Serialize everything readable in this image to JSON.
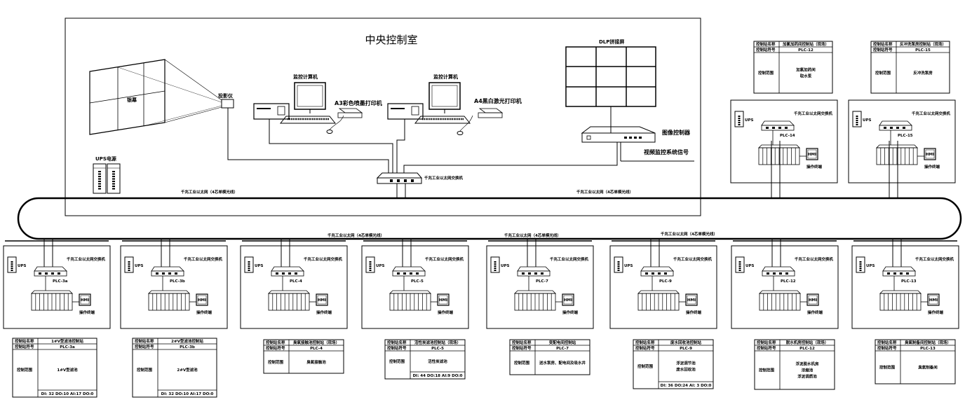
{
  "control_room": {
    "title": "中央控制室",
    "screen_label": "银幕",
    "projector_label": "投影仪",
    "computer_label": "监控计算机",
    "printer_a3_label": "A3彩色喷墨打印机",
    "printer_a4_label": "A4黑白激光打印机",
    "dlp_label": "DLP拼接屏",
    "image_controller_label": "图像控制器",
    "video_signal_label": "视频监控系统信号",
    "ups_label": "UPS电源",
    "core_switch_label": "千兆工业以太网交换机"
  },
  "backbone": {
    "label": "千兆工业以太网（4芯单模光线）"
  },
  "station_common": {
    "ups_label": "UPS",
    "switch_label": "千兆工业以太网交换机",
    "hmi_label": "HMI",
    "console_label": "操作终端"
  },
  "table_labels": {
    "name": "控制站名称",
    "code": "控制站符号",
    "scope": "控制范围"
  },
  "stations": [
    {
      "plc": "PLC-3a",
      "has_hmi": true,
      "table": {
        "name": "1#V型滤池控制站",
        "code": "PLC-3a",
        "scope": [
          "1#V型滤池"
        ],
        "io": "DI: 32 DO:10 AI:17 DO:0"
      }
    },
    {
      "plc": "PLC-3b",
      "has_hmi": true,
      "table": {
        "name": "2#V型滤池控制站",
        "code": "PLC-3b",
        "scope": [
          "2#V型滤池"
        ],
        "io": "DI: 32 DO:10 AI:17 DO:0"
      }
    },
    {
      "plc": "PLC-4",
      "has_hmi": true,
      "table": {
        "name": "臭氧接触池控制站（现场）",
        "code": "PLC-4",
        "scope": [
          "臭氧接触池"
        ],
        "io": ""
      }
    },
    {
      "plc": "PLC-5",
      "has_hmi": true,
      "table": {
        "name": "活性炭滤池控制站（现场）",
        "code": "PLC-5",
        "scope": [
          "活性炭滤池"
        ],
        "io": "DI: 44 DO:18 AI:9 DO:0"
      }
    },
    {
      "plc": "PLC-7",
      "has_hmi": true,
      "table": {
        "name": "变配电间控制站",
        "code": "PLC-7",
        "scope": [
          "送水泵房、配电间及吸水井"
        ],
        "io": ""
      }
    },
    {
      "plc": "PLC-9",
      "has_hmi": true,
      "table": {
        "name": "废水回收池控制站",
        "code": "PLC-9",
        "scope": [
          "浮泥调节池",
          "废水回收池"
        ],
        "io": "DI: 36 DO:24 AI: 3 DO:0"
      }
    },
    {
      "plc": "PLC-12",
      "has_hmi": true,
      "table": {
        "name": "脱水机房控制站（现场）",
        "code": "PLC-12",
        "scope": [
          "浮泥脱水机房",
          "浓缩池",
          "浮泥调质池"
        ],
        "io": ""
      }
    },
    {
      "plc": "PLC-13",
      "has_hmi": true,
      "table": {
        "name": "臭氧制备间控制站（现场）",
        "code": "PLC-13",
        "scope": [
          "臭氧制备间"
        ],
        "io": ""
      }
    },
    {
      "plc": "PLC-14",
      "has_hmi": true,
      "table": {
        "name": "加氯加药间控制站（现场）",
        "code": "PLC-12",
        "scope": [
          "加氯加药间",
          "取水泵"
        ],
        "io": ""
      }
    },
    {
      "plc": "PLC-15",
      "has_hmi": true,
      "table": {
        "name": "反冲洗泵房控制站（现场）",
        "code": "PLC-15",
        "scope": [
          "反冲洗泵房"
        ],
        "io": ""
      }
    }
  ]
}
